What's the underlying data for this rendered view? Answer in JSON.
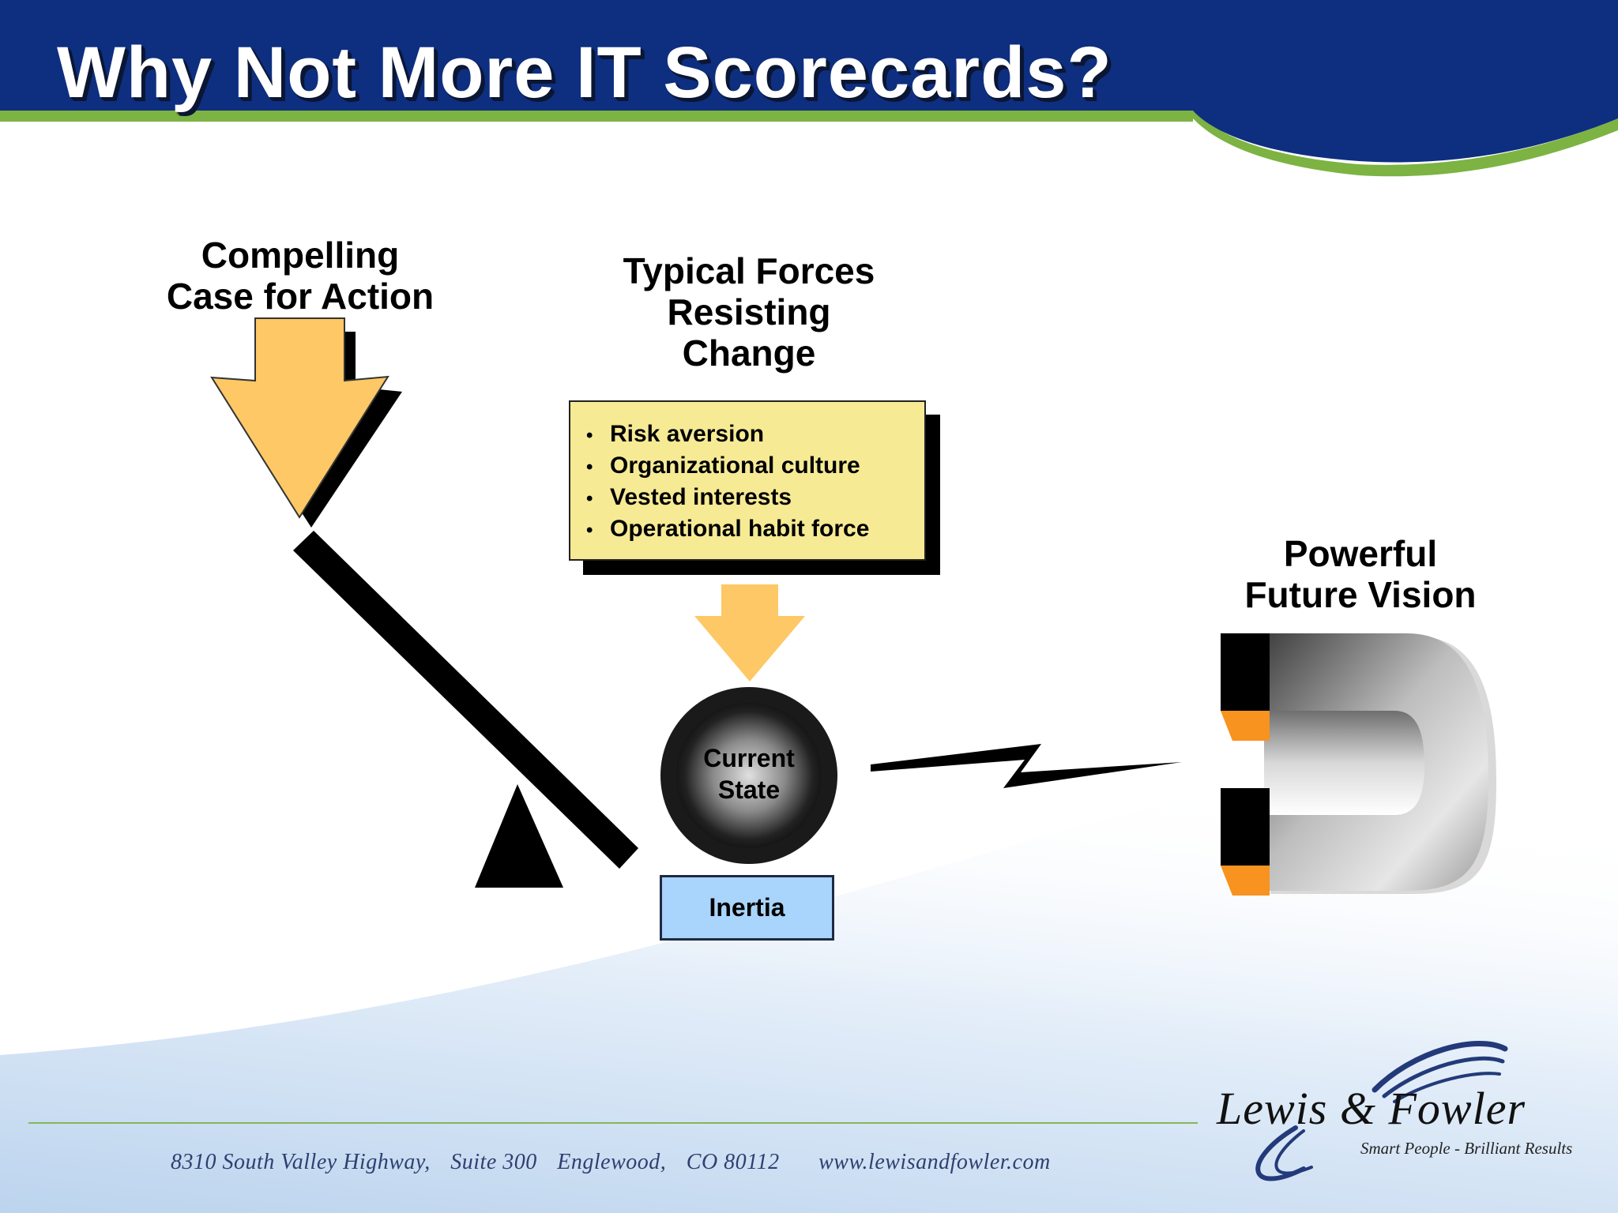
{
  "slide": {
    "title": "Why Not More IT Scorecards?",
    "colors": {
      "header_blue": "#0e2f80",
      "accent_green": "#7cb342",
      "arrow_yellow": "#fdc865",
      "box_yellow": "#f6ea94",
      "inertia_blue": "#a9d4fb",
      "magnet_tip_orange": "#f7931e"
    }
  },
  "diagram": {
    "compelling_case": {
      "lines": [
        "Compelling",
        "Case for Action"
      ],
      "icon": "down-arrow-icon"
    },
    "resisting_forces": {
      "lines": [
        "Typical Forces",
        "Resisting",
        "Change"
      ],
      "items": [
        "Risk aversion",
        "Organizational culture",
        "Vested interests",
        "Operational habit force"
      ]
    },
    "current_state": {
      "lines": [
        "Current",
        "State"
      ]
    },
    "inertia": {
      "label": "Inertia"
    },
    "future_vision": {
      "lines": [
        "Powerful",
        "Future Vision"
      ],
      "icon": "magnet-icon"
    },
    "lever_icon": "seesaw-lever-icon",
    "attraction_icon": "lightning-bolt-icon"
  },
  "footer": {
    "address": {
      "street": "8310 South  Valley  Highway,",
      "suite": "Suite 300",
      "city": "Englewood,",
      "state_zip": "CO  80112",
      "website": "www.lewisandfowler.com"
    },
    "logo": {
      "name": "Lewis & Fowler",
      "tagline": "Smart People - Brilliant Results"
    }
  }
}
